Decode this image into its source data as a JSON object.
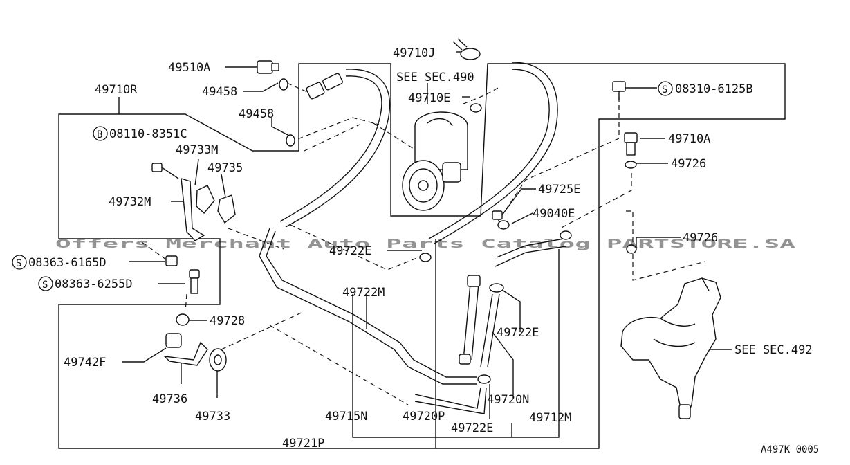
{
  "callouts": {
    "c49510A": "49510A",
    "c49458a": "49458",
    "c49458b": "49458",
    "c49710R": "49710R",
    "c08110": "08110-8351C",
    "c49733M": "49733M",
    "c49735": "49735",
    "c49732M": "49732M",
    "c08363_6165": "08363-6165D",
    "c08363_6255": "08363-6255D",
    "c49728": "49728",
    "c49742F": "49742F",
    "c49736": "49736",
    "c49733": "49733",
    "c49710J": "49710J",
    "seeSec490": "SEE SEC.490",
    "c49710E": "49710E",
    "c08310": "08310-6125B",
    "c49710A": "49710A",
    "c49726a": "49726",
    "c49725E": "49725E",
    "c49040E": "49040E",
    "c49726b": "49726",
    "c49722Ea": "49722E",
    "c49722M": "49722M",
    "c49722Eb": "49722E",
    "c49720N": "49720N",
    "seeSec492": "SEE SEC.492",
    "c49715N": "49715N",
    "c49720P": "49720P",
    "c49722Ec": "49722E",
    "c49712M": "49712M",
    "c49721P": "49721P"
  },
  "prefix_marks": {
    "b": "B",
    "s1": "S",
    "s2": "S",
    "s3": "S"
  },
  "diagram_code": "A497K 0005",
  "watermark": "Offers Merchant Auto Parts Catalog PARTSTORE.SA"
}
